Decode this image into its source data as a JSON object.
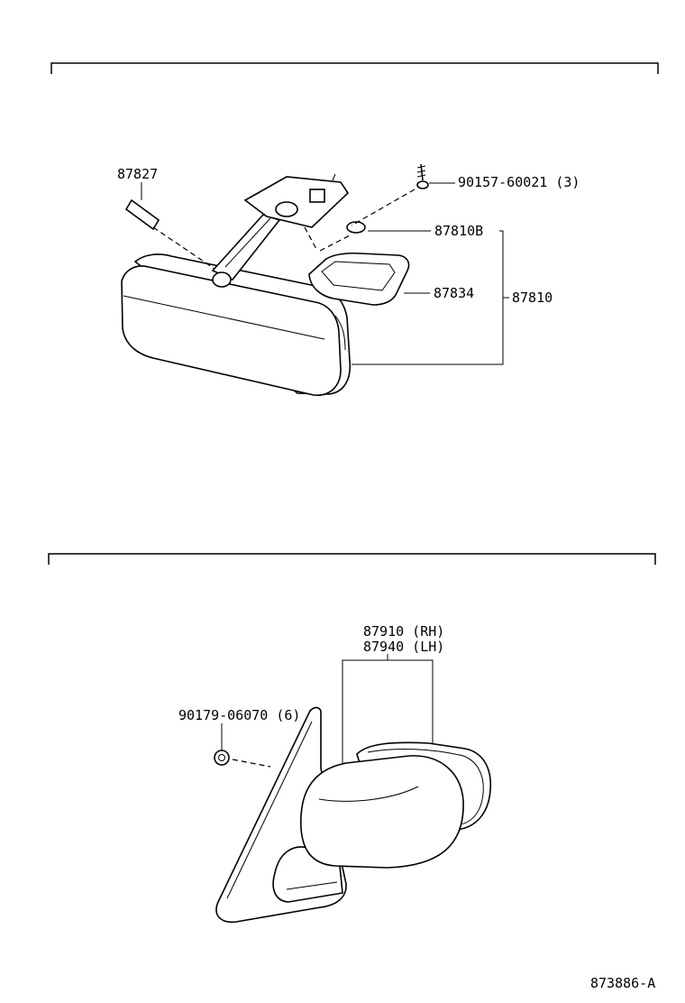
{
  "top_section": {
    "labels": {
      "bulb": "87827",
      "screw": "90157-60021 (3)",
      "lamp_assy": "87810B",
      "cover": "87834",
      "mirror_assy": "87810"
    }
  },
  "bottom_section": {
    "labels": {
      "mirror_rh": "87910 (RH)",
      "mirror_lh": "87940 (LH)",
      "nut": "90179-06070 (6)"
    }
  },
  "footer": {
    "diagram_code": "873886-A"
  }
}
